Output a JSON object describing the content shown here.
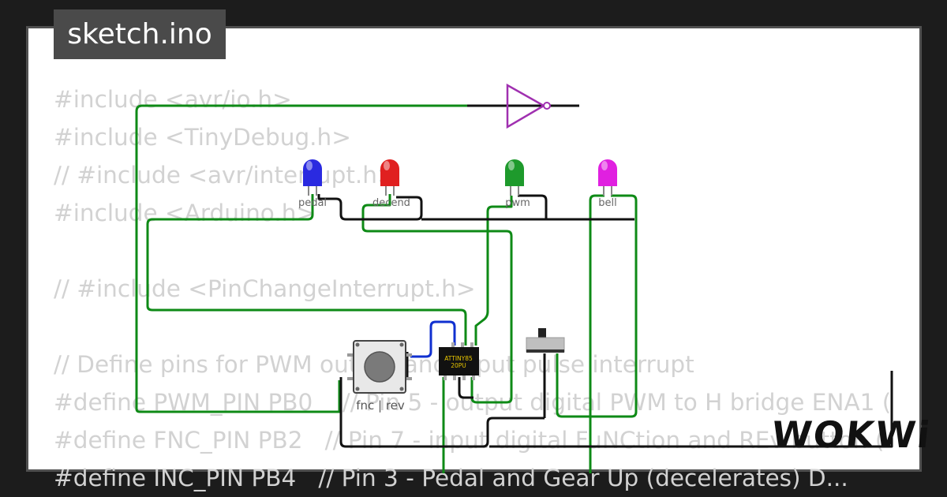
{
  "tab": {
    "title": "sketch.ino"
  },
  "code_lines": [
    "#include <avr/io.h>",
    "#include <TinyDebug.h>",
    "// #include <avr/interrupt.h>",
    "#include <Arduino.h>",
    "",
    "// #include <PinChangeInterrupt.h>",
    "",
    "// Define pins for PWM output and input pulse interrupt",
    "#define PWM_PIN PB0    // Pin 5 - output digital PWM to H bridge ENA1 (",
    "#define FNC_PIN PB2   // Pin 7 - input digital FuNCtion and REv button (",
    "#define INC_PIN PB4   // Pin 3 - Pedal and Gear Up (decelerates) D..."
  ],
  "leds": [
    {
      "label": "pedal",
      "color": "#2a2ae0"
    },
    {
      "label": "decend",
      "color": "#e02020"
    },
    {
      "label": "pwm",
      "color": "#1e9a2c"
    },
    {
      "label": "bell",
      "color": "#e020e0"
    }
  ],
  "button": {
    "label": "fnc | rev"
  },
  "chip": {
    "line1": "ATTINY85",
    "line2": "20PU"
  },
  "brand": {
    "logo": "WOKWi"
  },
  "colors": {
    "wire_green": "#0e8a16",
    "wire_black": "#111111",
    "wire_blue": "#1030d0",
    "gate_purple": "#a030b0"
  }
}
